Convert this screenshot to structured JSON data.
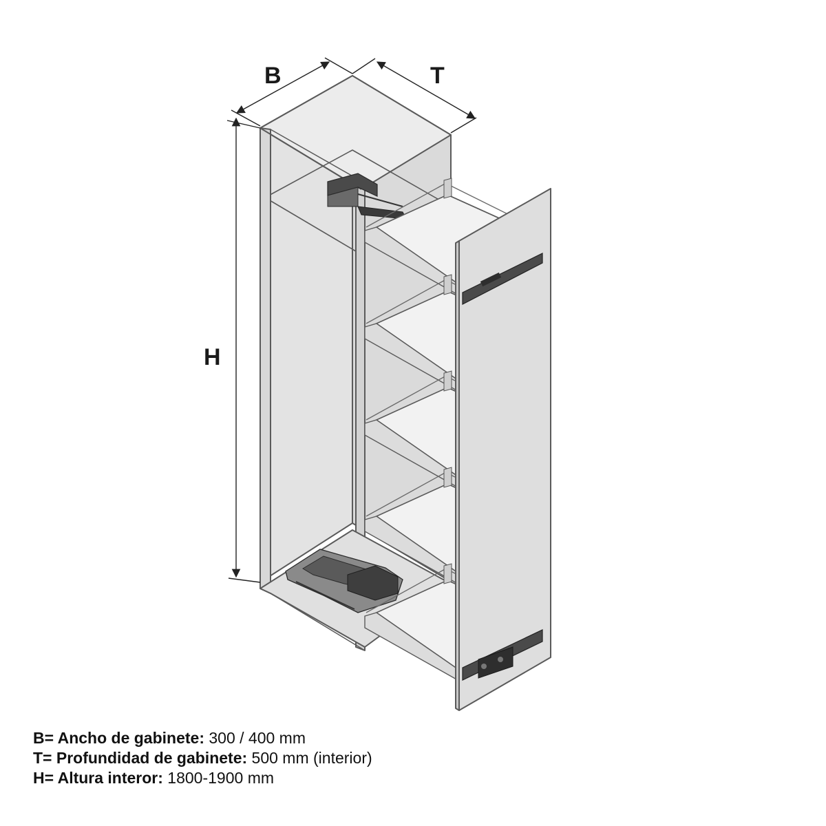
{
  "dimensions": {
    "width_letter": "B",
    "depth_letter": "T",
    "height_letter": "H"
  },
  "specs": [
    {
      "label": "B= Ancho de gabinete:",
      "value": " 300 / 400 mm"
    },
    {
      "label": "T= Profundidad de gabinete:",
      "value": " 500 mm (interior)"
    },
    {
      "label": "H= Altura interor:",
      "value": " 1800-1900 mm"
    }
  ],
  "colors": {
    "cabinet_fill": "#e6e6e6",
    "line": "#5a5a5a",
    "dimension_line": "#222222",
    "column": "#6c6c6c",
    "hardware": "#3c3c3c",
    "tray_fill": "#f2f2f2"
  },
  "tray_count": 5
}
